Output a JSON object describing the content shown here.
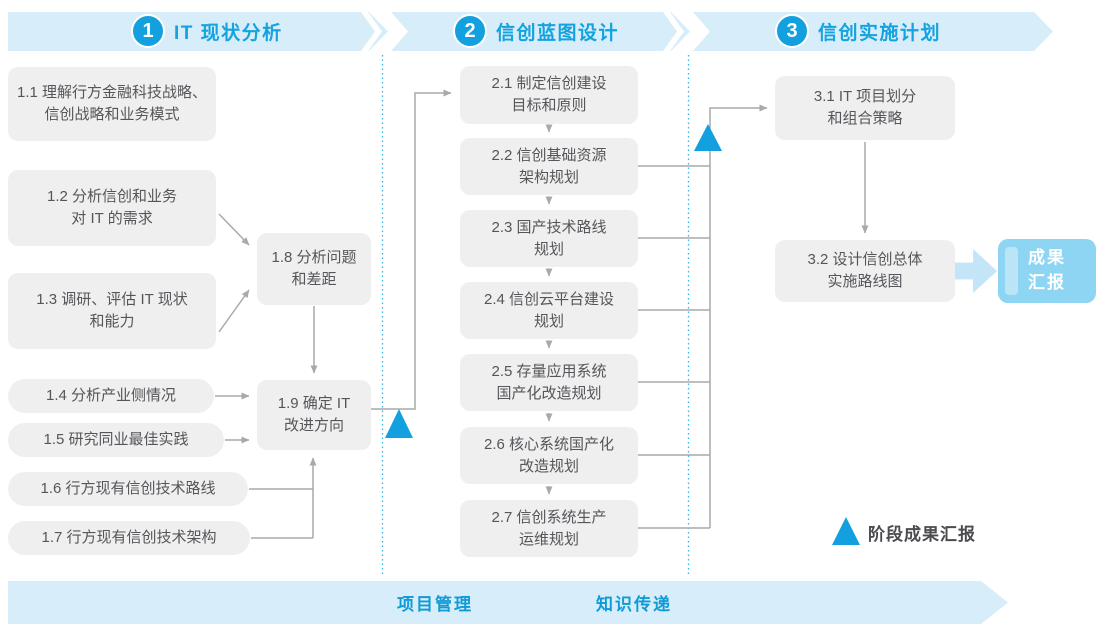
{
  "colors": {
    "accent_blue": "#12A0DE",
    "banner_bg": "#D7EDF9",
    "banner_title": "#14A3DF",
    "box_bg": "#EFEFEF",
    "box_text": "#55565A",
    "connector_gray": "#A9A9A9",
    "dotted_divider": "#3EB1E5",
    "result_box_bg": "#8ED5F3",
    "block_arrow_bg": "#C3E5F7",
    "bottom_text": "#0E9BD8"
  },
  "phases": [
    {
      "number": "1",
      "title": "IT 现状分析"
    },
    {
      "number": "2",
      "title": "信创蓝图设计"
    },
    {
      "number": "3",
      "title": "信创实施计划"
    }
  ],
  "boxes": {
    "b1_1": {
      "line1": "1.1 理解行方金融科技战略、",
      "line2": "信创战略和业务模式"
    },
    "b1_2": {
      "line1": "1.2 分析信创和业务",
      "line2": "对 IT 的需求"
    },
    "b1_3": {
      "line1": "1.3 调研、评估 IT 现状",
      "line2": "和能力"
    },
    "b1_4": {
      "line1": "1.4 分析产业侧情况"
    },
    "b1_5": {
      "line1": "1.5 研究同业最佳实践"
    },
    "b1_6": {
      "line1": "1.6 行方现有信创技术路线"
    },
    "b1_7": {
      "line1": "1.7 行方现有信创技术架构"
    },
    "b1_8": {
      "line1": "1.8 分析问题",
      "line2": "和差距"
    },
    "b1_9": {
      "line1": "1.9 确定 IT",
      "line2": "改进方向"
    },
    "b2_1": {
      "line1": "2.1 制定信创建设",
      "line2": "目标和原则"
    },
    "b2_2": {
      "line1": "2.2 信创基础资源",
      "line2": "架构规划"
    },
    "b2_3": {
      "line1": "2.3 国产技术路线",
      "line2": "规划"
    },
    "b2_4": {
      "line1": "2.4 信创云平台建设",
      "line2": "规划"
    },
    "b2_5": {
      "line1": "2.5 存量应用系统",
      "line2": "国产化改造规划"
    },
    "b2_6": {
      "line1": "2.6 核心系统国产化",
      "line2": "改造规划"
    },
    "b2_7": {
      "line1": "2.7 信创系统生产",
      "line2": "运维规划"
    },
    "b3_1": {
      "line1": "3.1 IT 项目划分",
      "line2": "和组合策略"
    },
    "b3_2": {
      "line1": "3.2 设计信创总体",
      "line2": "实施路线图"
    }
  },
  "result_box": {
    "line1": "成果",
    "line2": "汇报"
  },
  "legend": {
    "label": "阶段成果汇报"
  },
  "bottom_banner": {
    "items": [
      "项目管理",
      "知识传递"
    ]
  }
}
